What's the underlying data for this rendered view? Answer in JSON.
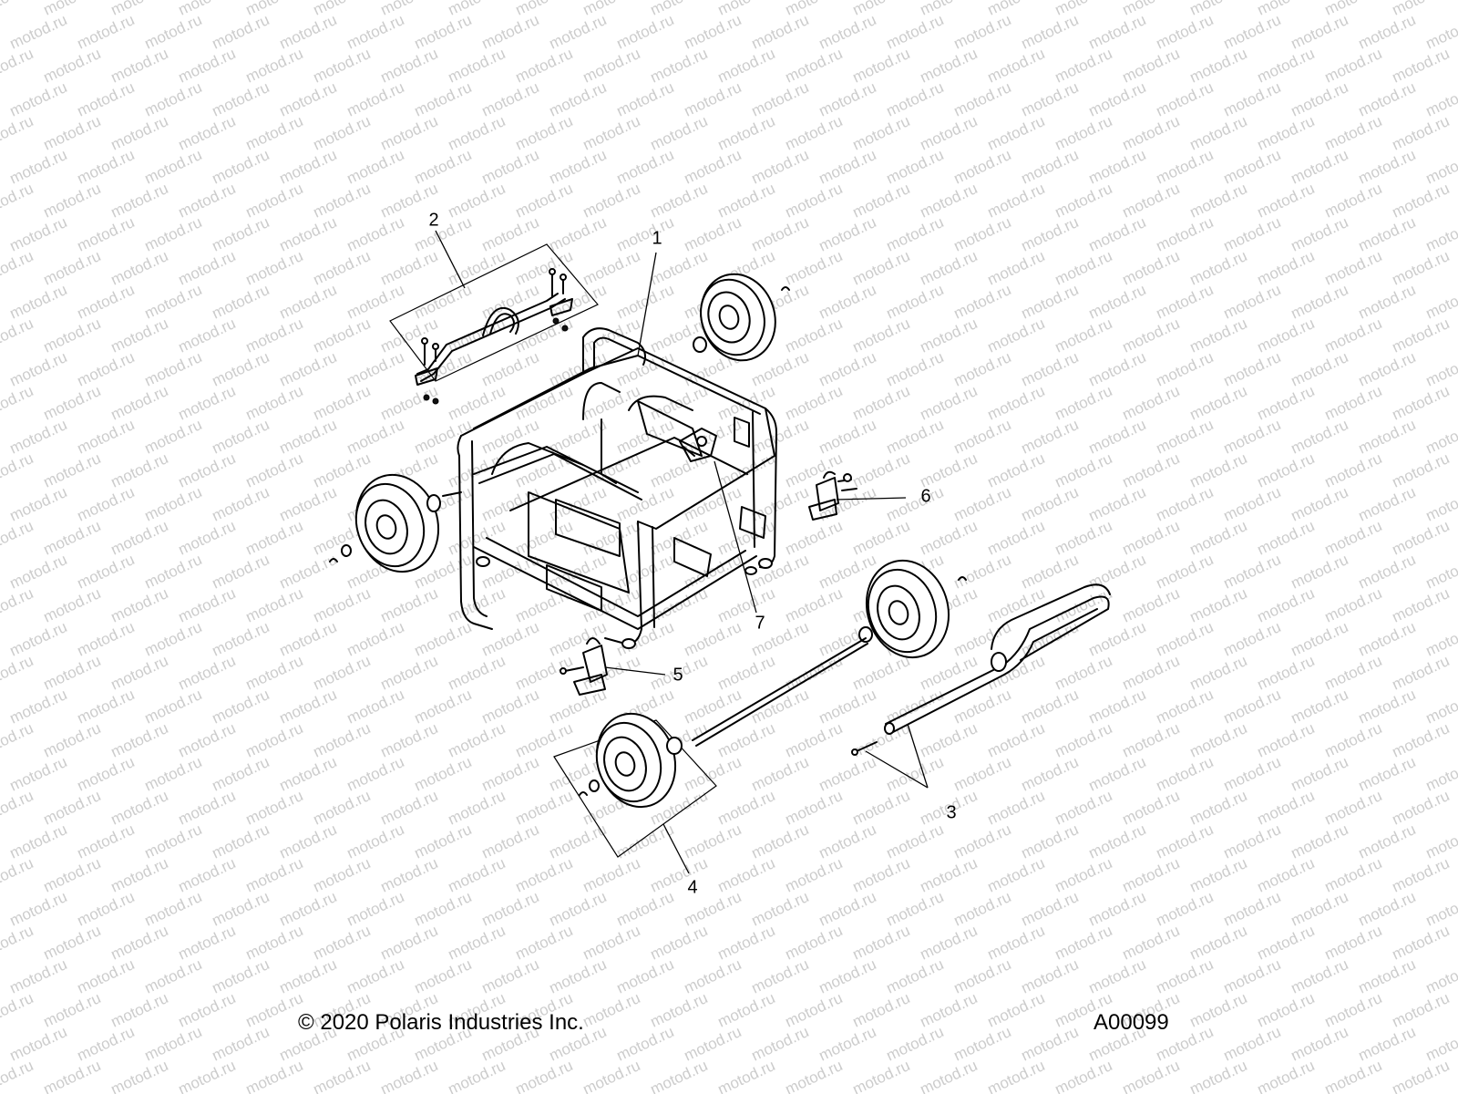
{
  "watermark": {
    "text": "motod.ru",
    "color": "#cccccc"
  },
  "callouts": [
    {
      "id": "1",
      "label": "1"
    },
    {
      "id": "2",
      "label": "2"
    },
    {
      "id": "3",
      "label": "3"
    },
    {
      "id": "4",
      "label": "4"
    },
    {
      "id": "5",
      "label": "5"
    },
    {
      "id": "6",
      "label": "6"
    },
    {
      "id": "7",
      "label": "7"
    }
  ],
  "footer": {
    "copyright": "© 2020 Polaris Industries Inc.",
    "figure_id": "A00099"
  }
}
